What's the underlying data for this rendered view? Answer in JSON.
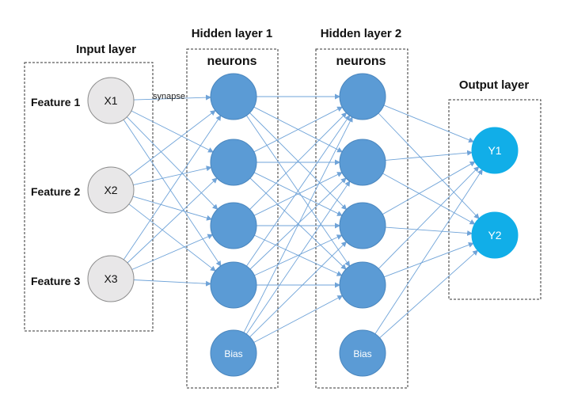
{
  "layers": {
    "input": {
      "title": "Input layer"
    },
    "hidden1": {
      "title": "Hidden layer 1",
      "subtitle": "neurons"
    },
    "hidden2": {
      "title": "Hidden layer 2",
      "subtitle": "neurons"
    },
    "output": {
      "title": "Output layer"
    }
  },
  "features": [
    "Feature 1",
    "Feature 2",
    "Feature 3"
  ],
  "input_nodes": [
    "X1",
    "X2",
    "X3"
  ],
  "bias_label": "Bias",
  "output_nodes": [
    "Y1",
    "Y2"
  ],
  "synapse_label": "synapse",
  "colors": {
    "input_fill": "#e8e7e8",
    "input_stroke": "#8c8c8c",
    "hidden_fill": "#5b9bd5",
    "hidden_stroke": "#4a86be",
    "output_fill": "#11aee8",
    "edge": "#6fa3d8",
    "box_border": "#333333",
    "text_dark": "#111111",
    "text_light": "#ffffff"
  }
}
